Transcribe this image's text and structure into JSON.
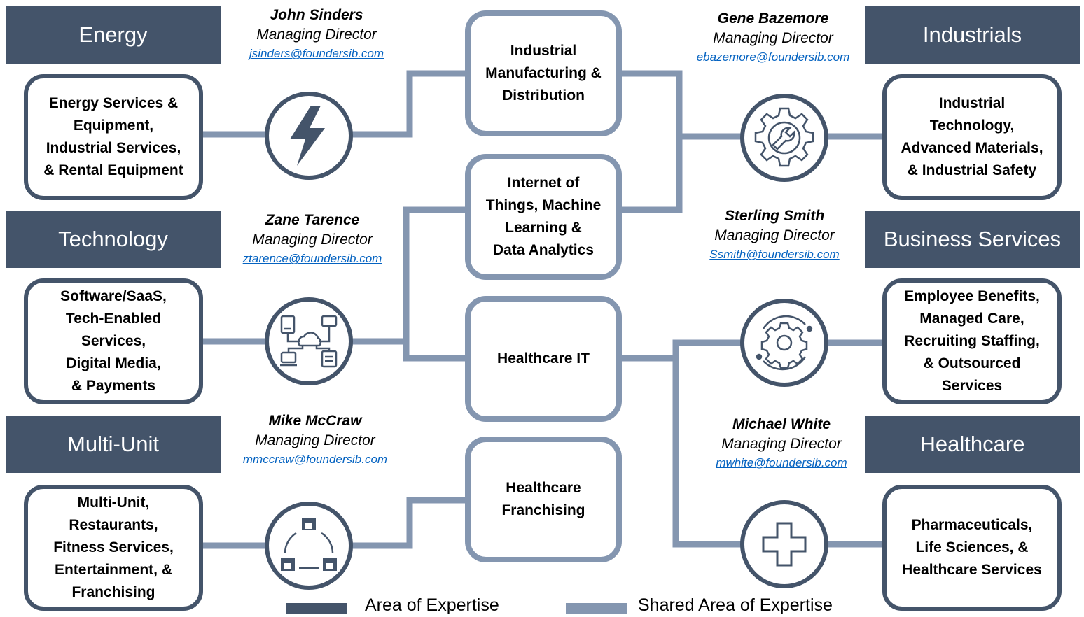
{
  "colors": {
    "dark": "#44546a",
    "light": "#8496b0",
    "link": "#0563c1"
  },
  "sectors": {
    "energy": {
      "title": "Energy",
      "description": "Energy Services &\nEquipment,\nIndustrial Services,\n& Rental Equipment",
      "icon": "lightning-bolt-icon"
    },
    "technology": {
      "title": "Technology",
      "description": "Software/SaaS,\nTech-Enabled\nServices,\nDigital Media,\n& Payments",
      "icon": "cloud-network-icon"
    },
    "multi_unit": {
      "title": "Multi-Unit",
      "description": "Multi-Unit,\nRestaurants,\nFitness Services,\nEntertainment, &\nFranchising",
      "icon": "storefront-cycle-icon"
    },
    "industrials": {
      "title": "Industrials",
      "description": "Industrial\nTechnology,\nAdvanced Materials,\n& Industrial Safety",
      "icon": "gear-wrench-icon"
    },
    "business_services": {
      "title": "Business Services",
      "description": "Employee Benefits,\nManaged Care,\nRecruiting Staffing,\n& Outsourced\nServices",
      "icon": "gear-cycle-icon"
    },
    "healthcare": {
      "title": "Healthcare",
      "description": "Pharmaceuticals,\nLife Sciences, &\nHealthcare Services",
      "icon": "medical-cross-icon"
    }
  },
  "people": {
    "john": {
      "name": "John Sinders",
      "title": "Managing Director",
      "email": "jsinders@foundersib.com"
    },
    "zane": {
      "name": "Zane Tarence",
      "title": "Managing Director",
      "email": "ztarence@foundersib.com"
    },
    "mike": {
      "name": "Mike McCraw",
      "title": "Managing Director",
      "email": "mmccraw@foundersib.com"
    },
    "gene": {
      "name": "Gene Bazemore",
      "title": "Managing Director",
      "email": "ebazemore@foundersib.com"
    },
    "sterling": {
      "name": "Sterling Smith",
      "title": "Managing Director",
      "email": "Ssmith@foundersib.com"
    },
    "michael": {
      "name": "Michael White",
      "title": "Managing Director",
      "email": "mwhite@foundersib.com"
    }
  },
  "shared": {
    "industrial_mfg": "Industrial\nManufacturing &\nDistribution",
    "iot": "Internet of\nThings, Machine\nLearning &\nData Analytics",
    "healthcare_it": "Healthcare IT",
    "healthcare_franchising": "Healthcare\nFranchising"
  },
  "legend": {
    "area": "Area of Expertise",
    "shared_area": "Shared Area of Expertise"
  }
}
